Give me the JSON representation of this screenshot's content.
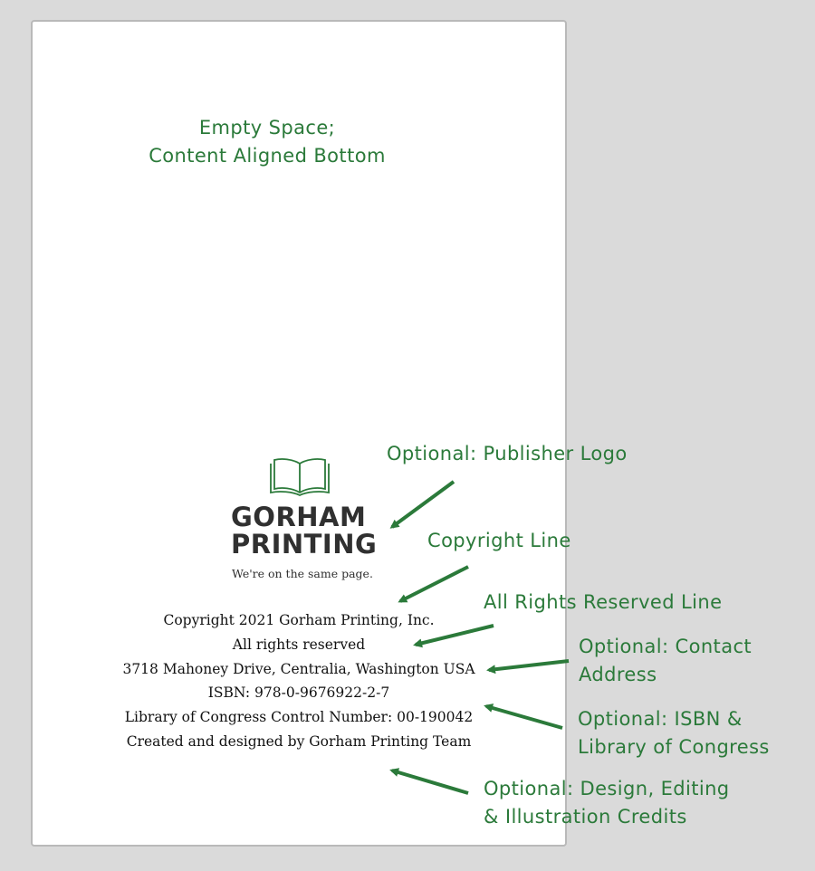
{
  "page_note": {
    "line1": "Empty Space;",
    "line2": "Content Aligned Bottom"
  },
  "logo": {
    "icon": "open-book-icon",
    "name_line1": "GORHAM",
    "name_line2": "PRINTING",
    "tagline": "We're on the same page."
  },
  "copyright_block": {
    "copyright": "Copyright 2021 Gorham Printing, Inc.",
    "rights": "All rights reserved",
    "address": "3718 Mahoney Drive, Centralia, Washington USA",
    "isbn": "ISBN: 978-0-9676922-2-7",
    "loc": "Library of Congress Control Number: 00-190042",
    "credits": "Created and designed by Gorham Printing Team"
  },
  "annotations": {
    "publisher_logo": "Optional: Publisher Logo",
    "copyright_line": "Copyright Line",
    "rights_line": "All Rights Reserved Line",
    "contact_line1": "Optional: Contact",
    "contact_line2": "Address",
    "isbn_line1": "Optional: ISBN &",
    "isbn_line2": "Library of Congress",
    "credits_line1": "Optional: Design, Editing",
    "credits_line2": "& Illustration Credits"
  },
  "colors": {
    "annotation": "#2b7a3a",
    "background": "#dadada",
    "page": "#ffffff",
    "logo_text": "#303030"
  }
}
